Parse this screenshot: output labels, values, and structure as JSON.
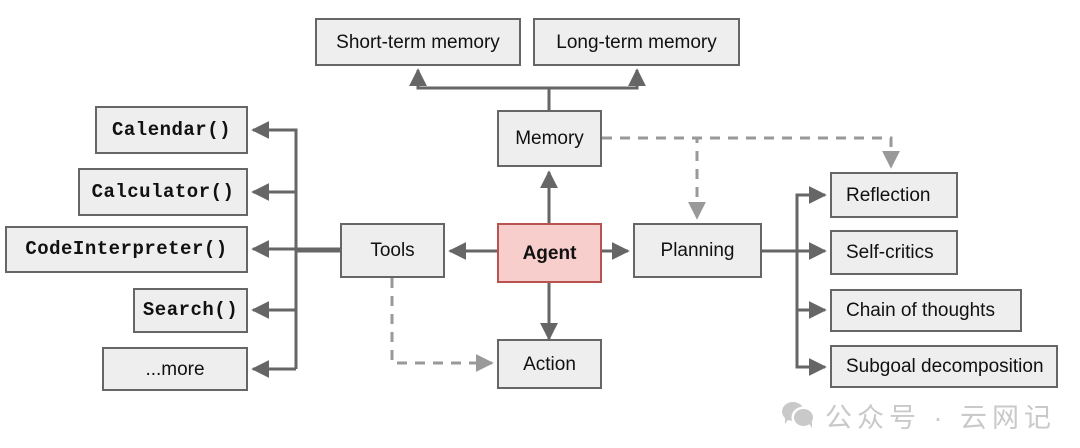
{
  "diagram": {
    "title": "LLM Agent overview diagram",
    "colors": {
      "node_fill": "#eeeeee",
      "node_border": "#666666",
      "accent_fill": "#f8cecc",
      "accent_border": "#b85450",
      "edge_solid": "#666666",
      "edge_dashed": "#999999",
      "background": "#ffffff",
      "watermark": "#c9c9c9"
    },
    "nodes": {
      "short_term_memory": "Short-term memory",
      "long_term_memory": "Long-term memory",
      "memory": "Memory",
      "agent": "Agent",
      "tools": "Tools",
      "planning": "Planning",
      "action": "Action",
      "calendar": "Calendar()",
      "calculator": "Calculator()",
      "code_interpreter": "CodeInterpreter()",
      "search": "Search()",
      "more": "...more",
      "reflection": "Reflection",
      "self_critics": "Self-critics",
      "chain_of_thoughts": "Chain of thoughts",
      "subgoal_decomposition": "Subgoal decomposition"
    },
    "watermark": {
      "icon": "wechat-icon",
      "text": "公众号 · 云网记"
    }
  }
}
